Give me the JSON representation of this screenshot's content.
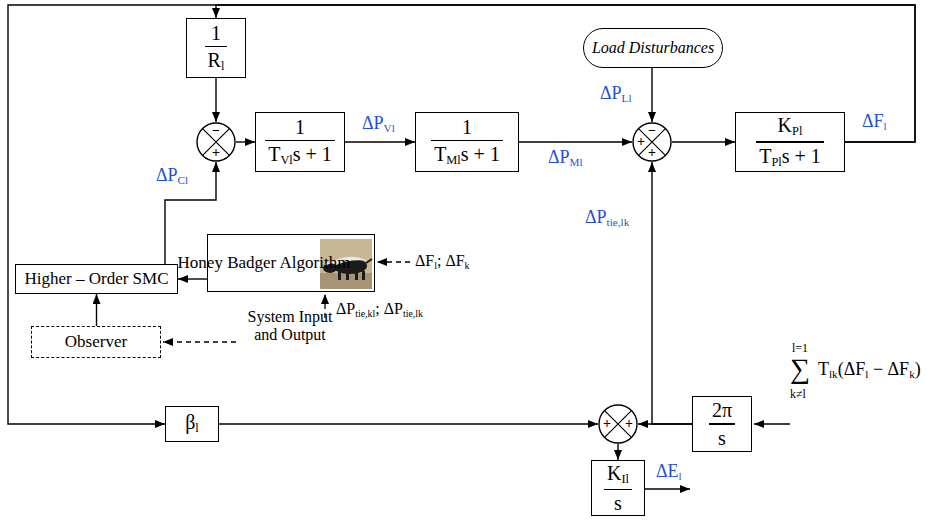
{
  "diagram": {
    "nodes": [
      {
        "text": [
          "1",
          "Rl"
        ]
      },
      {
        "text": [
          "−",
          "+"
        ]
      },
      {
        "text": [
          "1",
          "TVls + 1"
        ]
      },
      {
        "text": [
          "1",
          "TMls + 1"
        ]
      },
      {
        "text": [
          "−",
          "+",
          "+"
        ]
      },
      {
        "text": [
          "KPl",
          "TPls + 1"
        ]
      },
      {
        "text": [
          "Load Disturbances"
        ]
      },
      {
        "text": [
          "Higher – Order SMC"
        ]
      },
      {
        "text": [
          "Honey Badger Algorithm"
        ]
      },
      {
        "text": [
          "Observer"
        ]
      },
      {
        "text": [
          "βl"
        ]
      },
      {
        "text": [
          "+",
          "+"
        ]
      },
      {
        "text": [
          "2π",
          "s"
        ]
      },
      {
        "text": [
          "KIl",
          "s"
        ]
      }
    ],
    "edges": [
      {
        "from": 5,
        "to": 0,
        "arrow": "to"
      },
      {
        "from": 0,
        "to": 1,
        "arrow": "to"
      },
      {
        "from": 1,
        "to": 2,
        "arrow": "to"
      },
      {
        "from": 2,
        "to": 3,
        "arrow": "to"
      },
      {
        "from": 3,
        "to": 4,
        "arrow": "to"
      },
      {
        "from": 6,
        "to": 4,
        "arrow": "to"
      },
      {
        "from": 4,
        "to": 5,
        "arrow": "to"
      },
      {
        "from": 7,
        "to": 1,
        "arrow": "to"
      },
      {
        "from": 8,
        "to": 7,
        "arrow": "to"
      },
      {
        "from": 9,
        "to": 7,
        "arrow": "to"
      },
      {
        "from": 5,
        "to": 10,
        "arrow": "to"
      },
      {
        "from": 10,
        "to": 11,
        "arrow": "to"
      },
      {
        "from": 12,
        "to": 11,
        "arrow": "to"
      },
      {
        "from": 12,
        "to": 4,
        "arrow": "to"
      },
      {
        "from": 11,
        "to": 13,
        "arrow": "to"
      }
    ],
    "labels": [
      "ΔPCl",
      "ΔPVl",
      "ΔPMl",
      "ΔPLl",
      "ΔFl",
      "ΔPtie,lk",
      "ΔFl; ΔFk",
      "System Input and Output",
      "ΔPtie,kl; ΔPtie,lk",
      "ΔEl",
      "l=1",
      "∑",
      "k≠l",
      "Tlk(ΔFl − ΔFk)"
    ]
  }
}
